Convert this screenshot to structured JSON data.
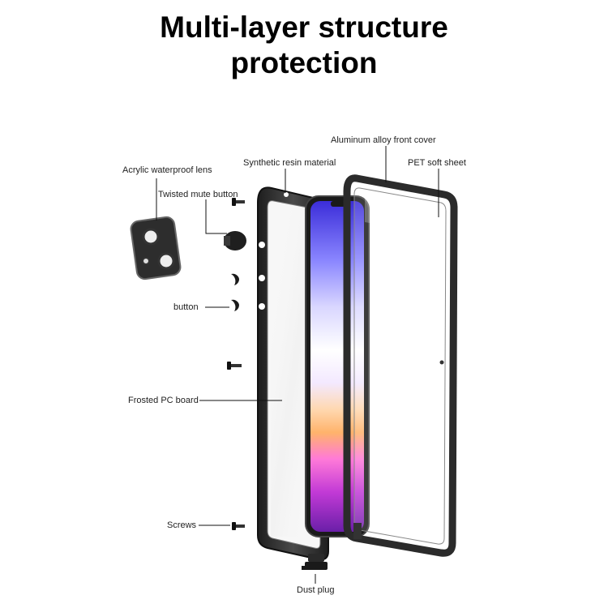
{
  "title": {
    "line1": "Multi-layer structure",
    "line2": "protection"
  },
  "labels": {
    "acrylic_lens": "Acrylic waterproof lens",
    "twisted_mute": "Twisted mute button",
    "synthetic_resin": "Synthetic resin material",
    "aluminum_cover": "Aluminum alloy front cover",
    "pet_sheet": "PET soft sheet",
    "button": "button",
    "frosted_pc": "Frosted PC board",
    "screws": "Screws",
    "dust_plug": "Dust plug"
  },
  "colors": {
    "frame_dark": "#2b2b2b",
    "frame_edge": "#555555",
    "leader": "#111111",
    "screen_purple": "#7b5cff",
    "screen_pink": "#e04fd0"
  }
}
